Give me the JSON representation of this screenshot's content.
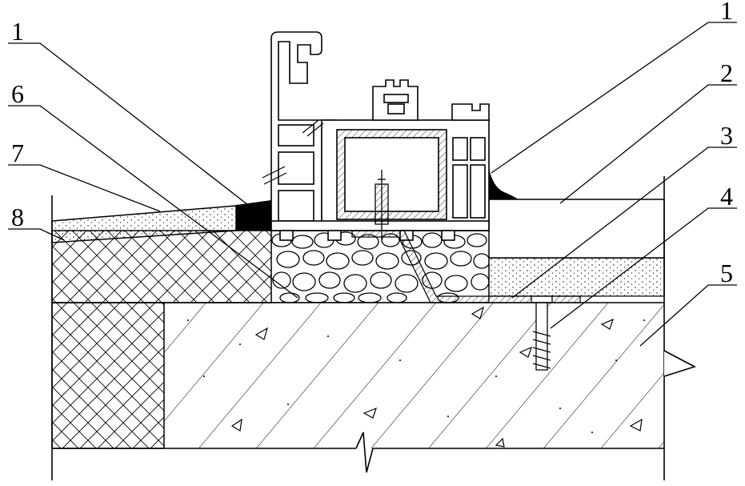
{
  "callouts": [
    {
      "id": "left-1",
      "text": "1"
    },
    {
      "id": "left-6",
      "text": "6"
    },
    {
      "id": "left-7",
      "text": "7"
    },
    {
      "id": "left-8",
      "text": "8"
    },
    {
      "id": "right-1",
      "text": "1"
    },
    {
      "id": "right-2",
      "text": "2"
    },
    {
      "id": "right-3",
      "text": "3"
    },
    {
      "id": "right-4",
      "text": "4"
    },
    {
      "id": "right-5",
      "text": "5"
    }
  ],
  "colors": {
    "ink": "#000000",
    "paper": "#ffffff"
  }
}
